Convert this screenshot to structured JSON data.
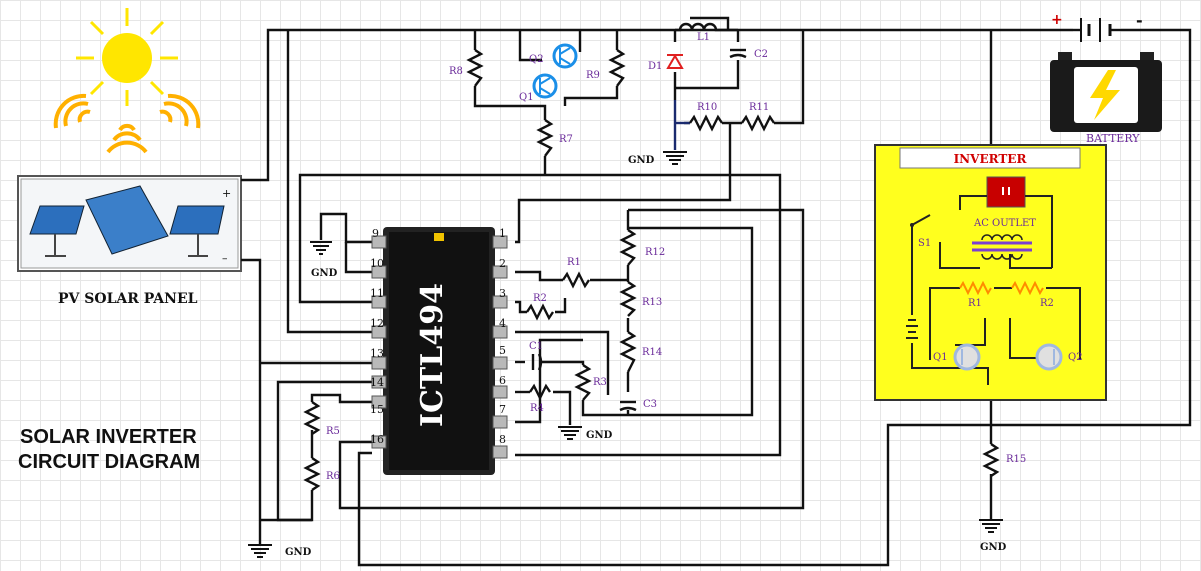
{
  "title_line1": "SOLAR INVERTER",
  "title_line2": "CIRCUIT DIAGRAM",
  "panel_label": "PV SOLAR PANEL",
  "panel_plus": "+",
  "panel_minus": "–",
  "battery_label": "BATTERY",
  "battery_plus": "+",
  "battery_minus": "-",
  "inverter_title": "INVERTER",
  "ac_outlet": "AC OUTLET",
  "ic_name": "ICTL494",
  "gnd": "GND",
  "left_pins": [
    "9",
    "10",
    "11",
    "12",
    "13",
    "14",
    "15",
    "16"
  ],
  "right_pins": [
    "1",
    "2",
    "3",
    "4",
    "5",
    "6",
    "7",
    "8"
  ],
  "components": {
    "R1": "R1",
    "R2": "R2",
    "R3": "R3",
    "R4": "R4",
    "R5": "R5",
    "R6": "R6",
    "R7": "R7",
    "R8": "R8",
    "R9": "R9",
    "R10": "R10",
    "R11": "R11",
    "R12": "R12",
    "R13": "R13",
    "R14": "R14",
    "R15": "R15",
    "C1": "C1",
    "C2": "C2",
    "C3": "C3",
    "L1": "L1",
    "D1": "D1",
    "Q1": "Q1",
    "Q2": "Q2",
    "S1": "S1"
  },
  "inverter_components": {
    "R1": "R1",
    "R2": "R2",
    "Q1": "Q1",
    "Q2": "Q2",
    "S1": "S1"
  },
  "colors": {
    "inverter_bg": "#ffff1e",
    "sun": "#ffe600",
    "sun_rays": "#ffb000",
    "battery_red": "#c80000",
    "transformer": "#7b3fd0",
    "led_blue": "#1b8fe8"
  }
}
